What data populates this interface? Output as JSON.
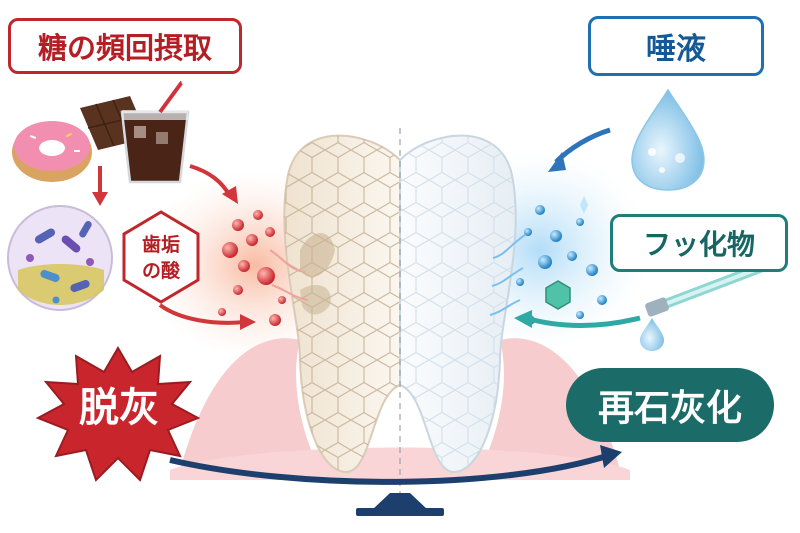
{
  "labels": {
    "sugar_intake": "糖の頻回摂取",
    "saliva": "唾液",
    "plaque_acid": "歯垢\nの酸",
    "fluoride": "フッ化物",
    "demineralization": "脱灰",
    "remineralization": "再石灰化"
  },
  "colors": {
    "acid_red": "#c0272d",
    "saliva_blue": "#1f6fb3",
    "fluoride_teal": "#1f7d7a",
    "remin_bubble": "#1b6b68",
    "balance_navy": "#1d3f6e",
    "gum_pink": "#f4b8bd"
  },
  "icons": [
    "donut-icon",
    "chocolate-icon",
    "cola-icon",
    "bacteria-icon",
    "water-drop-icon",
    "fluoride-dropper-icon",
    "tooth-icon",
    "balance-icon"
  ]
}
